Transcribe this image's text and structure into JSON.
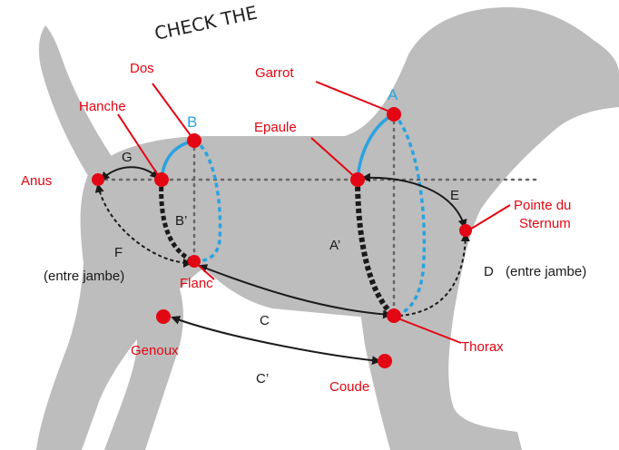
{
  "title": "CHECK THE",
  "colors": {
    "silhouette": "#bdbdbd",
    "point": "#e30613",
    "label_red": "#e30613",
    "measure_blue": "#29a3e0",
    "measure_black": "#1a1a1a",
    "guide": "#666666"
  },
  "labels": {
    "dos": "Dos",
    "garrot": "Garrot",
    "hanche": "Hanche",
    "epaule": "Epaule",
    "anus": "Anus",
    "pointe_line1": "Pointe du",
    "pointe_line2": "Sternum",
    "flanc": "Flanc",
    "thorax": "Thorax",
    "genoux": "Genoux",
    "coude": "Coude"
  },
  "measures": {
    "a": "A",
    "a_prime": "A’",
    "b": "B",
    "b_prime": "B’",
    "c": "C",
    "c_prime": "C’",
    "d": "D",
    "d_note": "(entre jambe)",
    "e": "E",
    "f": "F",
    "f_note": "(entre jambe)",
    "g": "G"
  }
}
